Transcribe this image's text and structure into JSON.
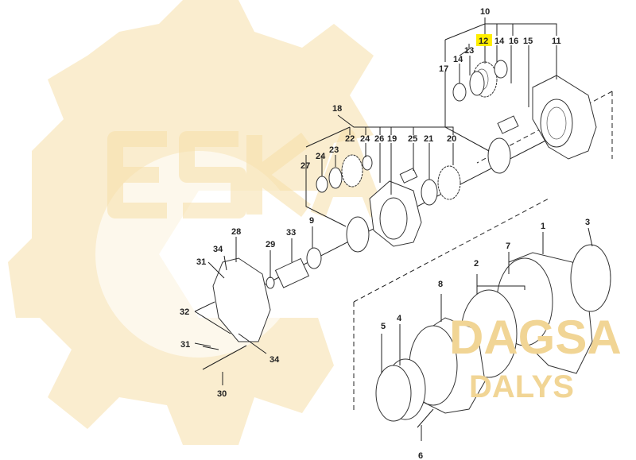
{
  "diagram": {
    "highlight_color": "#ffee00",
    "watermark": {
      "logo": "ESKA",
      "line1": "DAGSA",
      "line2": "DALYS"
    },
    "labels": {
      "l10": "10",
      "l12": "12",
      "l14a": "14",
      "l16": "16",
      "l15": "15",
      "l11": "11",
      "l13": "13",
      "l14b": "14",
      "l17": "17",
      "l18": "18",
      "l22": "22",
      "l24a": "24",
      "l26": "26",
      "l19": "19",
      "l25": "25",
      "l21": "21",
      "l20": "20",
      "l23": "23",
      "l24b": "24",
      "l27": "27",
      "l9": "9",
      "l28": "28",
      "l29": "29",
      "l33": "33",
      "l34a": "34",
      "l31a": "31",
      "l32": "32",
      "l31b": "31",
      "l34b": "34",
      "l30": "30",
      "l1": "1",
      "l2": "2",
      "l3": "3",
      "l7": "7",
      "l8": "8",
      "l5": "5",
      "l4": "4",
      "l6": "6"
    }
  }
}
